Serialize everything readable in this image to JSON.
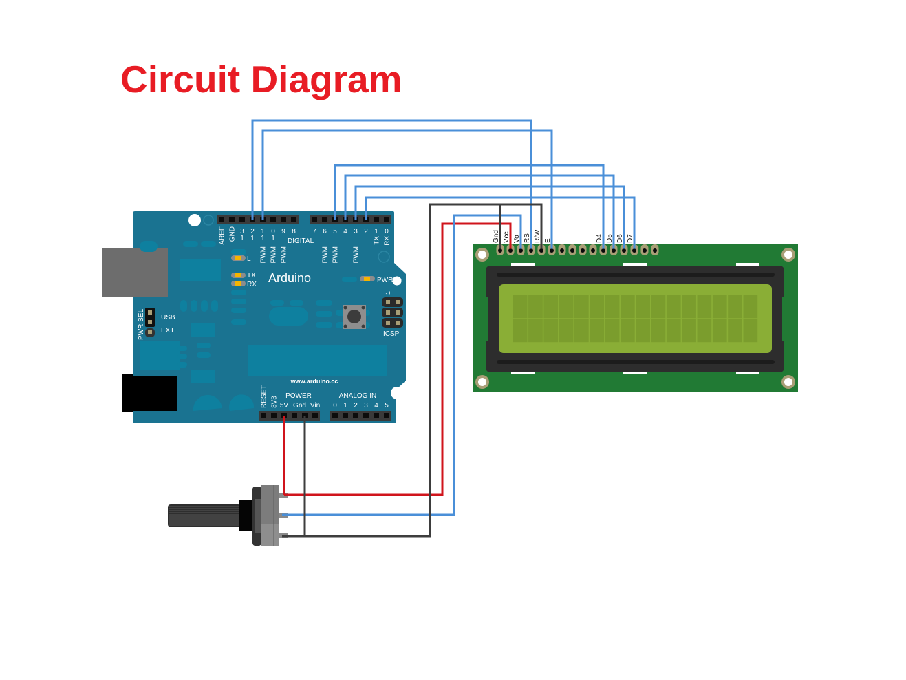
{
  "title": "Circuit Diagram",
  "colors": {
    "title": "#e81c24",
    "arduino_board": "#1a7391",
    "lcd_board": "#217a34",
    "lcd_screen": "#8aae36",
    "lcd_char_cell": "#7b9d2d",
    "led": "#f5b400"
  },
  "arduino": {
    "brand": "Arduino",
    "website": "www.arduino.cc",
    "digital_label": "DIGITAL",
    "pwm_label": "PWM",
    "power_label": "POWER",
    "analog_label": "ANALOG IN",
    "icsp_label": "ICSP",
    "icsp_pin1_label": "1",
    "pwr_sel": {
      "label": "PWR SEL",
      "options": [
        "USB",
        "EXT"
      ],
      "selected": "USB"
    },
    "leds": [
      {
        "id": "l",
        "label": "L"
      },
      {
        "id": "tx",
        "label": "TX"
      },
      {
        "id": "rx",
        "label": "RX"
      },
      {
        "id": "pwr",
        "label": "PWR"
      }
    ],
    "digital_left": [
      {
        "label": "AREF",
        "vertical": true
      },
      {
        "label": "GND",
        "vertical": true
      },
      {
        "label": "13"
      },
      {
        "label": "12"
      },
      {
        "label": "11",
        "pwm": true
      },
      {
        "label": "10",
        "pwm": true
      },
      {
        "label": "9",
        "pwm": true
      },
      {
        "label": "8"
      }
    ],
    "digital_right": [
      {
        "label": "7"
      },
      {
        "label": "6",
        "pwm": true
      },
      {
        "label": "5",
        "pwm": true
      },
      {
        "label": "4"
      },
      {
        "label": "3",
        "pwm": true
      },
      {
        "label": "2"
      },
      {
        "label": "1",
        "sub": "TX"
      },
      {
        "label": "0",
        "sub": "RX"
      }
    ],
    "power_pins": [
      {
        "label": "RESET",
        "vertical": true
      },
      {
        "label": "3V3",
        "vertical": true
      },
      {
        "label": "5V"
      },
      {
        "label": "Gnd"
      },
      {
        "label": "Vin"
      }
    ],
    "analog_pins": [
      "0",
      "1",
      "2",
      "3",
      "4",
      "5"
    ]
  },
  "lcd": {
    "pin_labels": [
      "Gnd",
      "Vcc",
      "Vo",
      "RS",
      "R/W",
      "E",
      "",
      "",
      "",
      "",
      "D4",
      "D5",
      "D6",
      "D7",
      "",
      ""
    ],
    "rows": 2,
    "cols": 16
  },
  "connections": [
    {
      "from": "Arduino pin 12",
      "to": "LCD RS",
      "color": "#4a8fd8"
    },
    {
      "from": "Arduino pin 11",
      "to": "LCD E",
      "color": "#4a8fd8"
    },
    {
      "from": "Arduino pin 5",
      "to": "LCD D4",
      "color": "#4a8fd8"
    },
    {
      "from": "Arduino pin 4",
      "to": "LCD D5",
      "color": "#4a8fd8"
    },
    {
      "from": "Arduino pin 3",
      "to": "LCD D6",
      "color": "#4a8fd8"
    },
    {
      "from": "Arduino pin 2",
      "to": "LCD D7",
      "color": "#4a8fd8"
    },
    {
      "from": "Arduino 5V",
      "to": "Potentiometer pin 1",
      "color": "#d0141c"
    },
    {
      "from": "Potentiometer pin 1",
      "to": "LCD Vcc",
      "color": "#d0141c"
    },
    {
      "from": "Potentiometer wiper",
      "to": "LCD Vo",
      "color": "#4a8fd8"
    },
    {
      "from": "Arduino Gnd",
      "to": "Potentiometer pin 3",
      "color": "#3d3d3d"
    },
    {
      "from": "Potentiometer pin 3",
      "to": "LCD R/W",
      "color": "#3d3d3d"
    },
    {
      "from": "LCD R/W",
      "to": "LCD Gnd",
      "color": "#3d3d3d"
    }
  ]
}
